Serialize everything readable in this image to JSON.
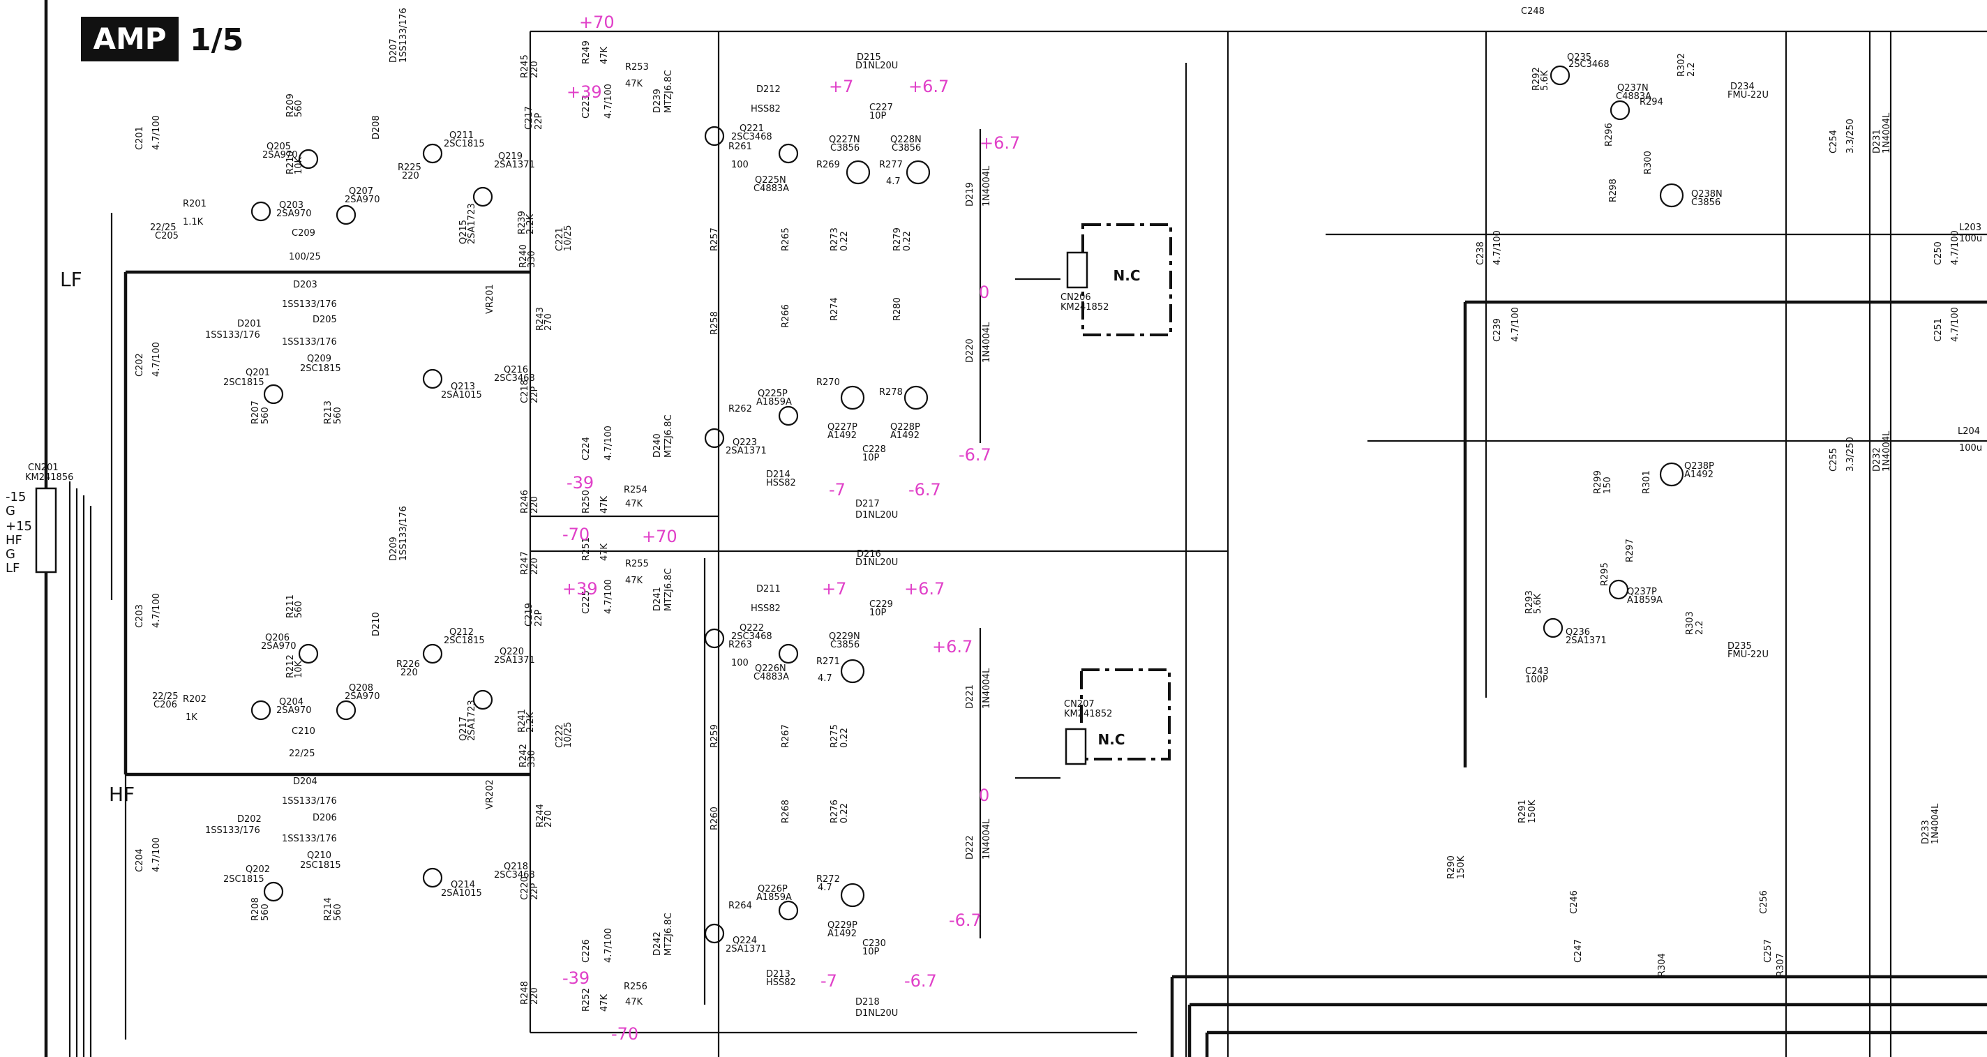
{
  "sheet": {
    "title_box": "AMP",
    "page": "1/5"
  },
  "sections": {
    "lf": "LF",
    "hf": "HF"
  },
  "nc_labels": [
    "N.C",
    "N.C"
  ],
  "connectors": {
    "cn201": {
      "ref": "CN201",
      "part": "KM241856",
      "pins": [
        "-15",
        "G",
        "+15",
        "HF",
        "G",
        "LF"
      ]
    },
    "cn206": {
      "ref": "CN206",
      "part": "KM241852"
    },
    "cn207": {
      "ref": "CN207",
      "part": "KM241852"
    }
  },
  "voltages": [
    {
      "id": "v1",
      "text": "+70"
    },
    {
      "id": "v2",
      "text": "+39"
    },
    {
      "id": "v3",
      "text": "+7"
    },
    {
      "id": "v4",
      "text": "+6.7"
    },
    {
      "id": "v5",
      "text": "+6.7"
    },
    {
      "id": "v6",
      "text": "0"
    },
    {
      "id": "v7",
      "text": "-6.7"
    },
    {
      "id": "v8",
      "text": "-39"
    },
    {
      "id": "v9",
      "text": "-7"
    },
    {
      "id": "v10",
      "text": "-6.7"
    },
    {
      "id": "v11",
      "text": "-70"
    },
    {
      "id": "v12",
      "text": "+70"
    },
    {
      "id": "v13",
      "text": "+39"
    },
    {
      "id": "v14",
      "text": "+7"
    },
    {
      "id": "v15",
      "text": "+6.7"
    },
    {
      "id": "v16",
      "text": "+6.7"
    },
    {
      "id": "v17",
      "text": "0"
    },
    {
      "id": "v18",
      "text": "-6.7"
    },
    {
      "id": "v19",
      "text": "-39"
    },
    {
      "id": "v20",
      "text": "-7"
    },
    {
      "id": "v21",
      "text": "-6.7"
    },
    {
      "id": "v22",
      "text": "-70"
    }
  ],
  "components": [
    {
      "id": "c1",
      "text": "R201"
    },
    {
      "id": "c2",
      "text": "1.1K"
    },
    {
      "id": "c3",
      "text": "22/25"
    },
    {
      "id": "c4",
      "text": "C205"
    },
    {
      "id": "c5",
      "text": "C201"
    },
    {
      "id": "c6",
      "text": "4.7/100"
    },
    {
      "id": "c7",
      "text": "Q205"
    },
    {
      "id": "c8",
      "text": "2SA970"
    },
    {
      "id": "c9",
      "text": "R209"
    },
    {
      "id": "c10",
      "text": "560"
    },
    {
      "id": "c11",
      "text": "R210"
    },
    {
      "id": "c12",
      "text": "10K"
    },
    {
      "id": "c13",
      "text": "Q203"
    },
    {
      "id": "c14",
      "text": "2SA970"
    },
    {
      "id": "c15",
      "text": "Q207"
    },
    {
      "id": "c16",
      "text": "2SA970"
    },
    {
      "id": "c17",
      "text": "C209"
    },
    {
      "id": "c18",
      "text": "100/25"
    },
    {
      "id": "c19",
      "text": "D207"
    },
    {
      "id": "c20",
      "text": "1SS133/176"
    },
    {
      "id": "c21",
      "text": "D208"
    },
    {
      "id": "c22",
      "text": "R225"
    },
    {
      "id": "c23",
      "text": "220"
    },
    {
      "id": "c24",
      "text": "Q211"
    },
    {
      "id": "c25",
      "text": "2SC1815"
    },
    {
      "id": "c26",
      "text": "Q219"
    },
    {
      "id": "c27",
      "text": "2SA1371"
    },
    {
      "id": "c28",
      "text": "Q215"
    },
    {
      "id": "c29",
      "text": "2SA1723"
    },
    {
      "id": "c30",
      "text": "D203"
    },
    {
      "id": "c31",
      "text": "1SS133/176"
    },
    {
      "id": "c32",
      "text": "D201"
    },
    {
      "id": "c33",
      "text": "1SS133/176"
    },
    {
      "id": "c34",
      "text": "D205"
    },
    {
      "id": "c35",
      "text": "1SS133/176"
    },
    {
      "id": "c36",
      "text": "Q209"
    },
    {
      "id": "c37",
      "text": "2SC1815"
    },
    {
      "id": "c38",
      "text": "Q201"
    },
    {
      "id": "c39",
      "text": "2SC1815"
    },
    {
      "id": "c40",
      "text": "R207"
    },
    {
      "id": "c41",
      "text": "560"
    },
    {
      "id": "c42",
      "text": "R213"
    },
    {
      "id": "c43",
      "text": "560"
    },
    {
      "id": "c44",
      "text": "Q213"
    },
    {
      "id": "c45",
      "text": "2SA1015"
    },
    {
      "id": "c46",
      "text": "Q216"
    },
    {
      "id": "c47",
      "text": "2SC3468"
    },
    {
      "id": "c48",
      "text": "VR201"
    },
    {
      "id": "c49",
      "text": "R245"
    },
    {
      "id": "c50",
      "text": "220"
    },
    {
      "id": "c51",
      "text": "C217"
    },
    {
      "id": "c52",
      "text": "22P"
    },
    {
      "id": "c53",
      "text": "C223"
    },
    {
      "id": "c54",
      "text": "4.7/100"
    },
    {
      "id": "c55",
      "text": "R249"
    },
    {
      "id": "c56",
      "text": "47K"
    },
    {
      "id": "c57",
      "text": "R253"
    },
    {
      "id": "c58",
      "text": "47K"
    },
    {
      "id": "c59",
      "text": "D239"
    },
    {
      "id": "c60",
      "text": "MTZJ6.8C"
    },
    {
      "id": "c61",
      "text": "D212"
    },
    {
      "id": "c62",
      "text": "HSS82"
    },
    {
      "id": "c63",
      "text": "Q221"
    },
    {
      "id": "c64",
      "text": "2SC3468"
    },
    {
      "id": "c65",
      "text": "R261"
    },
    {
      "id": "c66",
      "text": "100"
    },
    {
      "id": "c67",
      "text": "Q225N"
    },
    {
      "id": "c68",
      "text": "C4883A"
    },
    {
      "id": "c69",
      "text": "D215"
    },
    {
      "id": "c70",
      "text": "D1NL20U"
    },
    {
      "id": "c71",
      "text": "C227"
    },
    {
      "id": "c72",
      "text": "10P"
    },
    {
      "id": "c73",
      "text": "Q227N"
    },
    {
      "id": "c74",
      "text": "C3856"
    },
    {
      "id": "c75",
      "text": "Q228N"
    },
    {
      "id": "c76",
      "text": "C3856"
    },
    {
      "id": "c77",
      "text": "R269"
    },
    {
      "id": "c78",
      "text": "R277"
    },
    {
      "id": "c79",
      "text": "4.7"
    },
    {
      "id": "c80",
      "text": "R257"
    },
    {
      "id": "c81",
      "text": "R265"
    },
    {
      "id": "c82",
      "text": "R273"
    },
    {
      "id": "c83",
      "text": "0.22"
    },
    {
      "id": "c84",
      "text": "R279"
    },
    {
      "id": "c85",
      "text": "0.22"
    },
    {
      "id": "c86",
      "text": "D219"
    },
    {
      "id": "c87",
      "text": "1N4004L"
    },
    {
      "id": "c88",
      "text": "R258"
    },
    {
      "id": "c89",
      "text": "R266"
    },
    {
      "id": "c90",
      "text": "R274"
    },
    {
      "id": "c91",
      "text": "R280"
    },
    {
      "id": "c92",
      "text": "D220"
    },
    {
      "id": "c93",
      "text": "1N4004L"
    },
    {
      "id": "c94",
      "text": "Q225P"
    },
    {
      "id": "c95",
      "text": "A1859A"
    },
    {
      "id": "c96",
      "text": "R262"
    },
    {
      "id": "c97",
      "text": "Q223"
    },
    {
      "id": "c98",
      "text": "2SA1371"
    },
    {
      "id": "c99",
      "text": "R270"
    },
    {
      "id": "c100",
      "text": "Q227P"
    },
    {
      "id": "c101",
      "text": "A1492"
    },
    {
      "id": "c102",
      "text": "R278"
    },
    {
      "id": "c103",
      "text": "Q228P"
    },
    {
      "id": "c104",
      "text": "A1492"
    },
    {
      "id": "c105",
      "text": "D240"
    },
    {
      "id": "c106",
      "text": "MTZJ6.8C"
    },
    {
      "id": "c107",
      "text": "D214"
    },
    {
      "id": "c108",
      "text": "HSS82"
    },
    {
      "id": "c109",
      "text": "C228"
    },
    {
      "id": "c110",
      "text": "10P"
    },
    {
      "id": "c111",
      "text": "D217"
    },
    {
      "id": "c112",
      "text": "D1NL20U"
    },
    {
      "id": "c113",
      "text": "C224"
    },
    {
      "id": "c114",
      "text": "4.7/100"
    },
    {
      "id": "c115",
      "text": "R254"
    },
    {
      "id": "c116",
      "text": "47K"
    },
    {
      "id": "c117",
      "text": "R246"
    },
    {
      "id": "c118",
      "text": "220"
    },
    {
      "id": "c119",
      "text": "R250"
    },
    {
      "id": "c120",
      "text": "47K"
    },
    {
      "id": "c121",
      "text": "C202"
    },
    {
      "id": "c122",
      "text": "4.7/100"
    },
    {
      "id": "c123",
      "text": "C218"
    },
    {
      "id": "c124",
      "text": "22P"
    },
    {
      "id": "c125",
      "text": "C221"
    },
    {
      "id": "c126",
      "text": "10/25"
    },
    {
      "id": "c127",
      "text": "R243"
    },
    {
      "id": "c128",
      "text": "270"
    },
    {
      "id": "c129",
      "text": "R240"
    },
    {
      "id": "c130",
      "text": "330"
    },
    {
      "id": "c131",
      "text": "C248"
    },
    {
      "id": "c132",
      "text": "Q235"
    },
    {
      "id": "c133",
      "text": "2SC3468"
    },
    {
      "id": "c134",
      "text": "Q237N"
    },
    {
      "id": "c135",
      "text": "C4883A"
    },
    {
      "id": "c136",
      "text": "R292"
    },
    {
      "id": "c137",
      "text": "5.6K"
    },
    {
      "id": "c138",
      "text": "R294"
    },
    {
      "id": "c139",
      "text": "R296"
    },
    {
      "id": "c140",
      "text": "R298"
    },
    {
      "id": "c141",
      "text": "R300"
    },
    {
      "id": "c142",
      "text": "R302"
    },
    {
      "id": "c143",
      "text": "2.2"
    },
    {
      "id": "c144",
      "text": "Q238N"
    },
    {
      "id": "c145",
      "text": "C3856"
    },
    {
      "id": "c146",
      "text": "D234"
    },
    {
      "id": "c147",
      "text": "FMU-22U"
    },
    {
      "id": "c148",
      "text": "C254"
    },
    {
      "id": "c149",
      "text": "3.3/250"
    },
    {
      "id": "c150",
      "text": "D231"
    },
    {
      "id": "c151",
      "text": "1N4004L"
    },
    {
      "id": "c152",
      "text": "L203"
    },
    {
      "id": "c153",
      "text": "100u"
    },
    {
      "id": "c154",
      "text": "C238"
    },
    {
      "id": "c155",
      "text": "4.7/100"
    },
    {
      "id": "c156",
      "text": "C239"
    },
    {
      "id": "c157",
      "text": "4.7/100"
    },
    {
      "id": "c158",
      "text": "C250"
    },
    {
      "id": "c159",
      "text": "4.7/100"
    },
    {
      "id": "c160",
      "text": "C251"
    },
    {
      "id": "c161",
      "text": "4.7/100"
    },
    {
      "id": "c162",
      "text": "L204"
    },
    {
      "id": "c163",
      "text": "100u"
    },
    {
      "id": "c164",
      "text": "C255"
    },
    {
      "id": "c165",
      "text": "3.3/250"
    },
    {
      "id": "c166",
      "text": "D232"
    },
    {
      "id": "c167",
      "text": "1N4004L"
    },
    {
      "id": "c168",
      "text": "R299"
    },
    {
      "id": "c169",
      "text": "150"
    },
    {
      "id": "c170",
      "text": "R301"
    },
    {
      "id": "c171",
      "text": "Q238P"
    },
    {
      "id": "c172",
      "text": "A1492"
    },
    {
      "id": "c173",
      "text": "R295"
    },
    {
      "id": "c174",
      "text": "R297"
    },
    {
      "id": "c175",
      "text": "Q237P"
    },
    {
      "id": "c176",
      "text": "A1859A"
    },
    {
      "id": "c177",
      "text": "R293"
    },
    {
      "id": "c178",
      "text": "5.6K"
    },
    {
      "id": "c179",
      "text": "Q236"
    },
    {
      "id": "c180",
      "text": "2SA1371"
    },
    {
      "id": "c181",
      "text": "R303"
    },
    {
      "id": "c182",
      "text": "2.2"
    },
    {
      "id": "c183",
      "text": "D235"
    },
    {
      "id": "c184",
      "text": "FMU-22U"
    },
    {
      "id": "c185",
      "text": "C243"
    },
    {
      "id": "c186",
      "text": "100P"
    },
    {
      "id": "c187",
      "text": "R290"
    },
    {
      "id": "c188",
      "text": "150K"
    },
    {
      "id": "c189",
      "text": "R291"
    },
    {
      "id": "c190",
      "text": "150K"
    },
    {
      "id": "c191",
      "text": "C246"
    },
    {
      "id": "c192",
      "text": "C247"
    },
    {
      "id": "c193",
      "text": "C256"
    },
    {
      "id": "c194",
      "text": "C257"
    },
    {
      "id": "c195",
      "text": "R304"
    },
    {
      "id": "c196",
      "text": "R307"
    },
    {
      "id": "c197",
      "text": "D233"
    },
    {
      "id": "c198",
      "text": "1N4004L"
    },
    {
      "id": "c199",
      "text": "R202"
    },
    {
      "id": "c200",
      "text": "1K"
    },
    {
      "id": "c201",
      "text": "22/25"
    },
    {
      "id": "c202",
      "text": "C206"
    },
    {
      "id": "c203",
      "text": "C203"
    },
    {
      "id": "c204",
      "text": "4.7/100"
    },
    {
      "id": "c205",
      "text": "Q206"
    },
    {
      "id": "c206",
      "text": "2SA970"
    },
    {
      "id": "c207",
      "text": "R211"
    },
    {
      "id": "c208",
      "text": "560"
    },
    {
      "id": "c209",
      "text": "R212"
    },
    {
      "id": "c210",
      "text": "10K"
    },
    {
      "id": "c211",
      "text": "Q204"
    },
    {
      "id": "c212",
      "text": "2SA970"
    },
    {
      "id": "c213",
      "text": "Q208"
    },
    {
      "id": "c214",
      "text": "2SA970"
    },
    {
      "id": "c215",
      "text": "C210"
    },
    {
      "id": "c216",
      "text": "22/25"
    },
    {
      "id": "c217",
      "text": "D209"
    },
    {
      "id": "c218",
      "text": "1SS133/176"
    },
    {
      "id": "c219",
      "text": "D210"
    },
    {
      "id": "c220",
      "text": "R226"
    },
    {
      "id": "c221",
      "text": "220"
    },
    {
      "id": "c222",
      "text": "Q212"
    },
    {
      "id": "c223",
      "text": "2SC1815"
    },
    {
      "id": "c224",
      "text": "Q220"
    },
    {
      "id": "c225",
      "text": "2SA1371"
    },
    {
      "id": "c226",
      "text": "Q217"
    },
    {
      "id": "c227",
      "text": "2SA1723"
    },
    {
      "id": "c228",
      "text": "D204"
    },
    {
      "id": "c229",
      "text": "1SS133/176"
    },
    {
      "id": "c230",
      "text": "D202"
    },
    {
      "id": "c231",
      "text": "1SS133/176"
    },
    {
      "id": "c232",
      "text": "D206"
    },
    {
      "id": "c233",
      "text": "1SS133/176"
    },
    {
      "id": "c234",
      "text": "Q210"
    },
    {
      "id": "c235",
      "text": "2SC1815"
    },
    {
      "id": "c236",
      "text": "Q202"
    },
    {
      "id": "c237",
      "text": "2SC1815"
    },
    {
      "id": "c238",
      "text": "R208"
    },
    {
      "id": "c239",
      "text": "560"
    },
    {
      "id": "c240",
      "text": "R214"
    },
    {
      "id": "c241",
      "text": "560"
    },
    {
      "id": "c242",
      "text": "Q214"
    },
    {
      "id": "c243",
      "text": "2SA1015"
    },
    {
      "id": "c244",
      "text": "Q218"
    },
    {
      "id": "c245",
      "text": "2SC3468"
    },
    {
      "id": "c246",
      "text": "VR202"
    },
    {
      "id": "c247",
      "text": "R247"
    },
    {
      "id": "c248",
      "text": "220"
    },
    {
      "id": "c249",
      "text": "C219"
    },
    {
      "id": "c250",
      "text": "22P"
    },
    {
      "id": "c251",
      "text": "C225"
    },
    {
      "id": "c252",
      "text": "4.7/100"
    },
    {
      "id": "c253",
      "text": "R251"
    },
    {
      "id": "c254",
      "text": "47K"
    },
    {
      "id": "c255",
      "text": "R255"
    },
    {
      "id": "c256",
      "text": "47K"
    },
    {
      "id": "c257",
      "text": "D241"
    },
    {
      "id": "c258",
      "text": "MTZJ6.8C"
    },
    {
      "id": "c259",
      "text": "D211"
    },
    {
      "id": "c260",
      "text": "HSS82"
    },
    {
      "id": "c261",
      "text": "Q222"
    },
    {
      "id": "c262",
      "text": "2SC3468"
    },
    {
      "id": "c263",
      "text": "R263"
    },
    {
      "id": "c264",
      "text": "100"
    },
    {
      "id": "c265",
      "text": "Q226N"
    },
    {
      "id": "c266",
      "text": "C4883A"
    },
    {
      "id": "c267",
      "text": "D216"
    },
    {
      "id": "c268",
      "text": "D1NL20U"
    },
    {
      "id": "c269",
      "text": "C229"
    },
    {
      "id": "c270",
      "text": "10P"
    },
    {
      "id": "c271",
      "text": "Q229N"
    },
    {
      "id": "c272",
      "text": "C3856"
    },
    {
      "id": "c273",
      "text": "R271"
    },
    {
      "id": "c274",
      "text": "4.7"
    },
    {
      "id": "c275",
      "text": "R259"
    },
    {
      "id": "c276",
      "text": "R267"
    },
    {
      "id": "c277",
      "text": "R275"
    },
    {
      "id": "c278",
      "text": "0.22"
    },
    {
      "id": "c279",
      "text": "D221"
    },
    {
      "id": "c280",
      "text": "1N4004L"
    },
    {
      "id": "c281",
      "text": "R260"
    },
    {
      "id": "c282",
      "text": "R268"
    },
    {
      "id": "c283",
      "text": "R276"
    },
    {
      "id": "c284",
      "text": "0.22"
    },
    {
      "id": "c285",
      "text": "D222"
    },
    {
      "id": "c286",
      "text": "1N4004L"
    },
    {
      "id": "c287",
      "text": "Q226P"
    },
    {
      "id": "c288",
      "text": "A1859A"
    },
    {
      "id": "c289",
      "text": "R264"
    },
    {
      "id": "c290",
      "text": "Q224"
    },
    {
      "id": "c291",
      "text": "2SA1371"
    },
    {
      "id": "c292",
      "text": "R272"
    },
    {
      "id": "c293",
      "text": "4.7"
    },
    {
      "id": "c294",
      "text": "Q229P"
    },
    {
      "id": "c295",
      "text": "A1492"
    },
    {
      "id": "c296",
      "text": "D242"
    },
    {
      "id": "c297",
      "text": "MTZJ6.8C"
    },
    {
      "id": "c298",
      "text": "D213"
    },
    {
      "id": "c299",
      "text": "HSS82"
    },
    {
      "id": "c300",
      "text": "C230"
    },
    {
      "id": "c301",
      "text": "10P"
    },
    {
      "id": "c302",
      "text": "D218"
    },
    {
      "id": "c303",
      "text": "D1NL20U"
    },
    {
      "id": "c304",
      "text": "C226"
    },
    {
      "id": "c305",
      "text": "4.7/100"
    },
    {
      "id": "c306",
      "text": "R256"
    },
    {
      "id": "c307",
      "text": "47K"
    },
    {
      "id": "c308",
      "text": "R248"
    },
    {
      "id": "c309",
      "text": "220"
    },
    {
      "id": "c310",
      "text": "R252"
    },
    {
      "id": "c311",
      "text": "47K"
    },
    {
      "id": "c312",
      "text": "C204"
    },
    {
      "id": "c313",
      "text": "4.7/100"
    },
    {
      "id": "c314",
      "text": "C220"
    },
    {
      "id": "c315",
      "text": "22P"
    },
    {
      "id": "c316",
      "text": "C222"
    },
    {
      "id": "c317",
      "text": "10/25"
    },
    {
      "id": "c318",
      "text": "R244"
    },
    {
      "id": "c319",
      "text": "270"
    },
    {
      "id": "c320",
      "text": "R242"
    },
    {
      "id": "c321",
      "text": "330"
    },
    {
      "id": "c322",
      "text": "R241"
    },
    {
      "id": "c323",
      "text": "2.2K"
    },
    {
      "id": "c324",
      "text": "R239"
    },
    {
      "id": "c325",
      "text": "2.2K"
    }
  ],
  "colors": {
    "ink": "#111111",
    "voltage": "#e040c8",
    "paper": "#ffffff"
  }
}
